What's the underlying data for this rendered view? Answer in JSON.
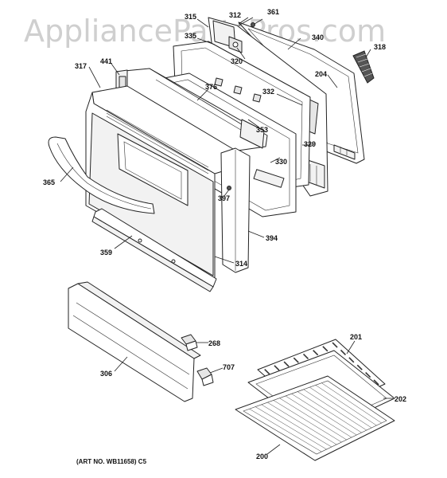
{
  "watermark": "AppliancePartsPros.com",
  "art_number": "(ART NO. WB11658) C5",
  "callouts": {
    "c315": "315",
    "c312": "312",
    "c361": "361",
    "c340": "340",
    "c318": "318",
    "c335": "335",
    "c320": "320",
    "c317": "317",
    "c441": "441",
    "c376": "376",
    "c204": "204",
    "c332": "332",
    "c353": "353",
    "c329": "329",
    "c330": "330",
    "c365": "365",
    "c397": "397",
    "c394": "394",
    "c359": "359",
    "c314": "314",
    "c268": "268",
    "c306": "306",
    "c707": "707",
    "c201": "201",
    "c202": "202",
    "c200": "200"
  }
}
